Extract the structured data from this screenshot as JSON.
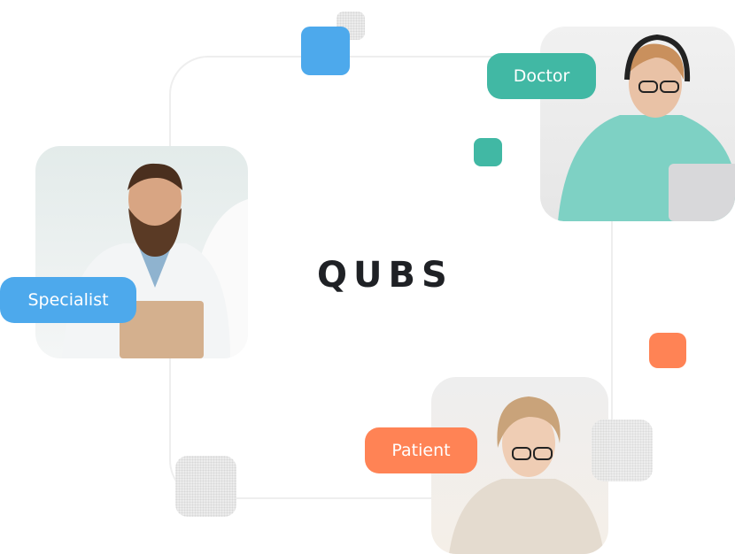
{
  "logo": {
    "text": "QUBS"
  },
  "labels": {
    "doctor": "Doctor",
    "specialist": "Specialist",
    "patient": "Patient"
  },
  "colors": {
    "blue": "#4DA9EC",
    "teal": "#41B8A4",
    "orange": "#FF8355",
    "gray": "#ECECEC",
    "logo": "#1F2125"
  }
}
